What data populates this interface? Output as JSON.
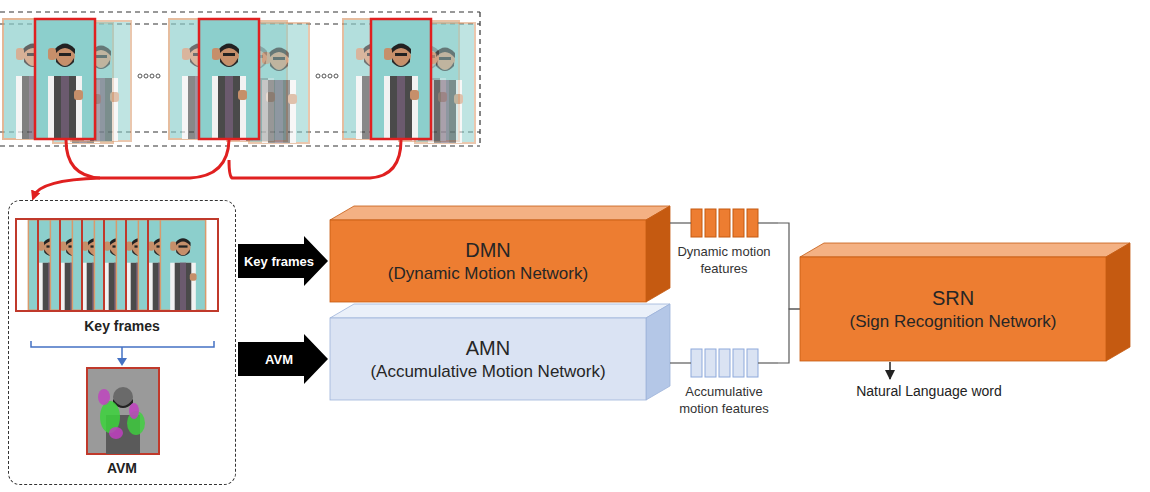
{
  "diagram": {
    "nodes": [
      {
        "text": [
          "Key frames",
          "AVM"
        ]
      },
      {
        "text": [
          "DMN",
          "(Dynamic Motion Network)"
        ]
      },
      {
        "text": [
          "AMN",
          "(Accumulative Motion Network)"
        ]
      },
      {
        "text": [
          "Dynamic motion features"
        ]
      },
      {
        "text": [
          "Accumulative motion features"
        ]
      },
      {
        "text": [
          "SRN",
          "(Sign Recognition Network)"
        ]
      }
    ],
    "edges": [
      {
        "from": 0,
        "to": 1,
        "label": "Key frames",
        "arrow": "to"
      },
      {
        "from": 0,
        "to": 2,
        "label": "AVM",
        "arrow": "to"
      },
      {
        "from": 1,
        "to": 3,
        "arrow": "none"
      },
      {
        "from": 2,
        "to": 4,
        "arrow": "none"
      },
      {
        "from": 3,
        "to": 5,
        "arrow": "none"
      },
      {
        "from": 4,
        "to": 5,
        "arrow": "none"
      }
    ],
    "labels": [
      "Natural Language word"
    ]
  }
}
